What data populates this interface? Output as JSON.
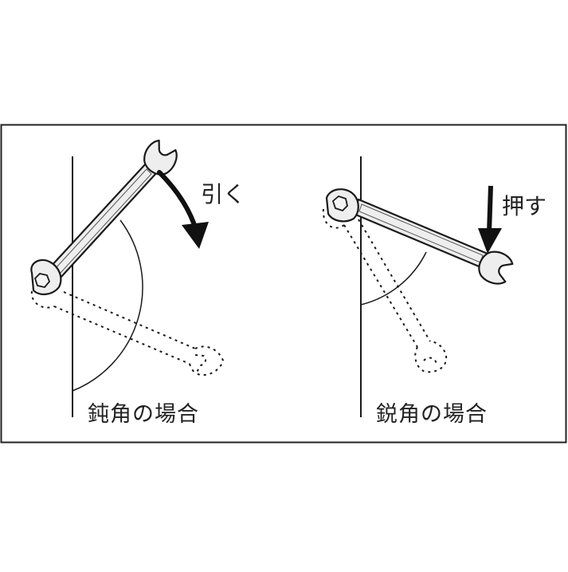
{
  "figure": {
    "background": "#ffffff",
    "frame_color": "#222222",
    "wrench_fill": "#eeeeee",
    "line_color": "#1a1a1a"
  },
  "panels": [
    {
      "id": "obtuse",
      "caption": "鈍角の場合",
      "action_label": "引く",
      "action_arrow": "curved-arrow-clockwise",
      "angle_type": "obtuse"
    },
    {
      "id": "acute",
      "caption": "鋭角の場合",
      "action_label": "押す",
      "action_arrow": "straight-arrow-down",
      "angle_type": "acute"
    }
  ]
}
